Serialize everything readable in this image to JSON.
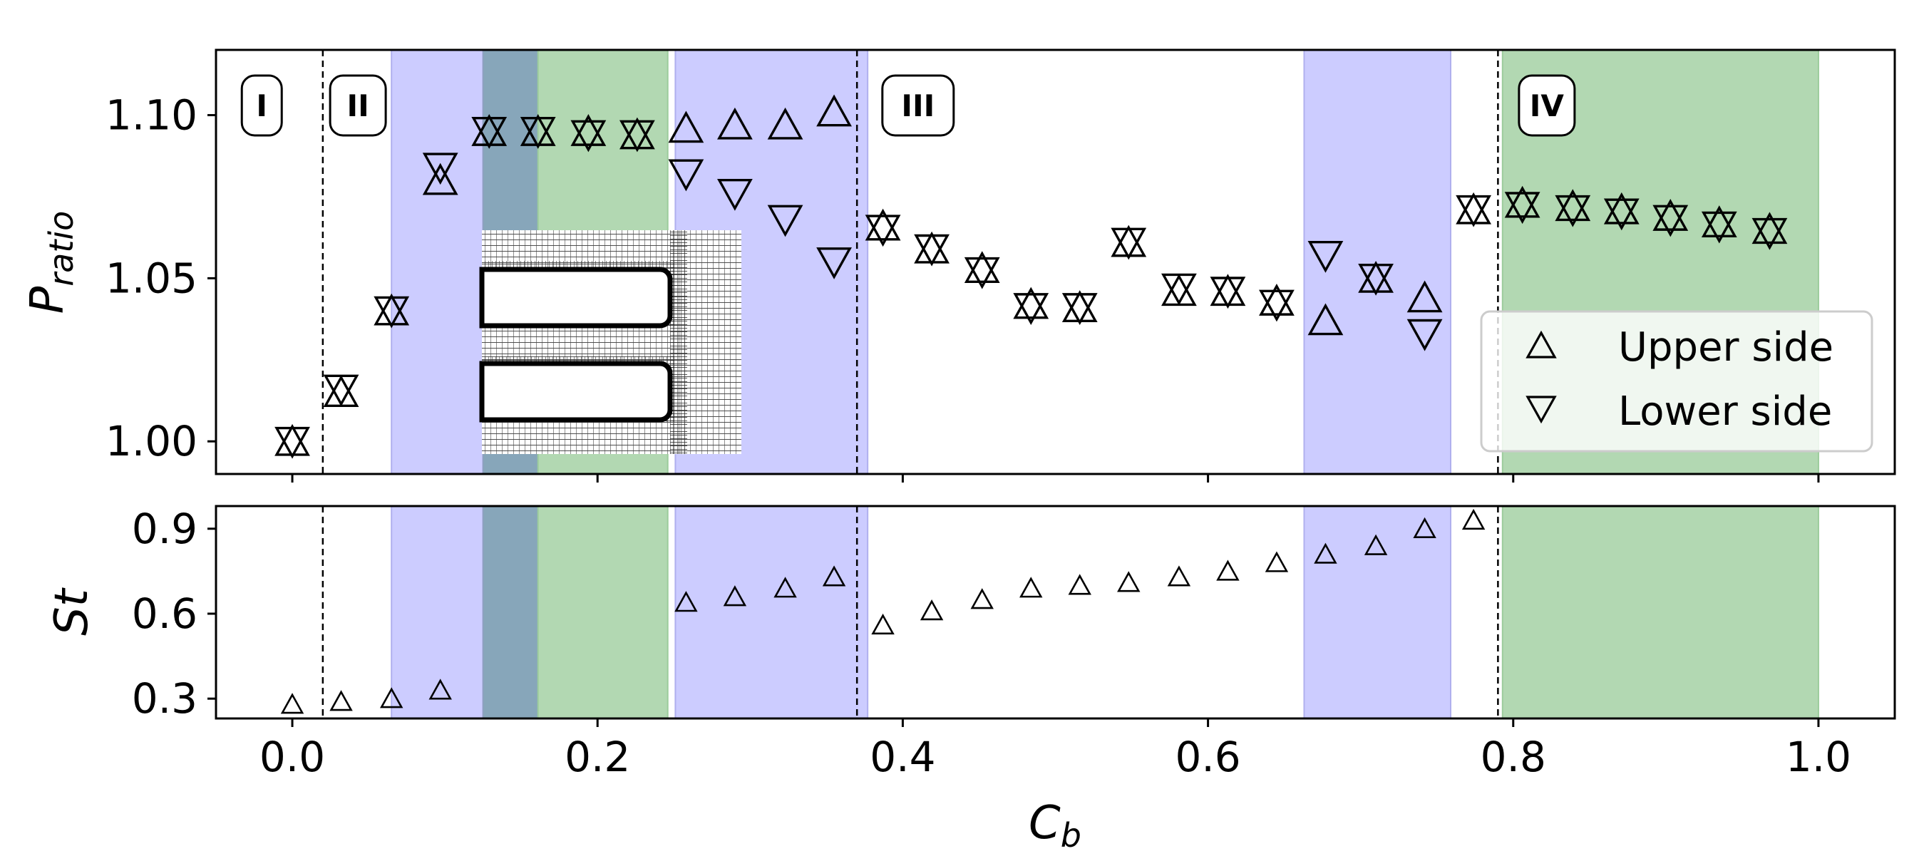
{
  "chart_data": [
    {
      "type": "scatter",
      "xlabel": "",
      "ylabel": "P",
      "ylabel_sub": "ratio",
      "xlim": [
        -0.05,
        1.05
      ],
      "ylim": [
        0.99,
        1.12
      ],
      "xticks": [
        0.0,
        0.2,
        0.4,
        0.6,
        0.8,
        1.0
      ],
      "yticks": [
        1.0,
        1.05,
        1.1
      ],
      "ytick_labels": [
        "1.00",
        "1.05",
        "1.10"
      ],
      "grid": false,
      "legend": {
        "placement": "lower-right"
      },
      "regime_labels": [
        {
          "text": "I",
          "x": -0.02
        },
        {
          "text": "II",
          "x": 0.043
        },
        {
          "text": "III",
          "x": 0.41
        },
        {
          "text": "IV",
          "x": 0.822
        }
      ],
      "regime_boundaries": [
        0.02,
        0.37,
        0.79
      ],
      "shaded_bands": [
        {
          "x0": 0.065,
          "x1": 0.125,
          "color": "#ccccff",
          "edge": "#b0b0ee"
        },
        {
          "x0": 0.125,
          "x1": 0.161,
          "color": "#87a6ba",
          "edge": "#8da0c0"
        },
        {
          "x0": 0.161,
          "x1": 0.246,
          "color": "#b2d8b2",
          "edge": "#9ccc9c"
        },
        {
          "x0": 0.251,
          "x1": 0.377,
          "color": "#ccccff",
          "edge": "#b0b0ee"
        },
        {
          "x0": 0.663,
          "x1": 0.759,
          "color": "#ccccff",
          "edge": "#b0b0ee"
        },
        {
          "x0": 0.793,
          "x1": 1.0,
          "color": "#b2d8b2",
          "edge": "#9ccc9c"
        }
      ],
      "series": [
        {
          "name": "Upper side",
          "marker": "triangle-up",
          "x": [
            0.0,
            0.032,
            0.065,
            0.097,
            0.129,
            0.161,
            0.194,
            0.226,
            0.258,
            0.29,
            0.323,
            0.355,
            0.387,
            0.419,
            0.452,
            0.484,
            0.516,
            0.548,
            0.581,
            0.613,
            0.645,
            0.677,
            0.71,
            0.742,
            0.774,
            0.806,
            0.839,
            0.871,
            0.903,
            0.935,
            0.968
          ],
          "values": [
            1.0,
            1.015,
            1.04,
            1.08,
            1.095,
            1.095,
            1.095,
            1.094,
            1.096,
            1.097,
            1.097,
            1.101,
            1.066,
            1.059,
            1.053,
            1.042,
            1.041,
            1.061,
            1.046,
            1.046,
            1.043,
            1.037,
            1.05,
            1.044,
            1.071,
            1.073,
            1.072,
            1.071,
            1.069,
            1.067,
            1.065
          ]
        },
        {
          "name": "Lower side",
          "marker": "triangle-down",
          "x": [
            0.0,
            0.032,
            0.065,
            0.097,
            0.129,
            0.161,
            0.194,
            0.226,
            0.258,
            0.29,
            0.323,
            0.355,
            0.387,
            0.419,
            0.452,
            0.484,
            0.516,
            0.548,
            0.581,
            0.613,
            0.645,
            0.677,
            0.71,
            0.742,
            0.774,
            0.806,
            0.839,
            0.871,
            0.903,
            0.935,
            0.968
          ],
          "values": [
            1.0,
            1.016,
            1.04,
            1.084,
            1.095,
            1.095,
            1.094,
            1.094,
            1.082,
            1.076,
            1.068,
            1.055,
            1.065,
            1.059,
            1.052,
            1.041,
            1.041,
            1.061,
            1.047,
            1.046,
            1.042,
            1.057,
            1.05,
            1.033,
            1.071,
            1.072,
            1.071,
            1.07,
            1.068,
            1.066,
            1.064
          ]
        }
      ]
    },
    {
      "type": "scatter",
      "xlabel": "C",
      "xlabel_sub": "b",
      "ylabel": "St",
      "xlim": [
        -0.05,
        1.05
      ],
      "ylim": [
        0.23,
        0.98
      ],
      "xticks": [
        0.0,
        0.2,
        0.4,
        0.6,
        0.8,
        1.0
      ],
      "xtick_labels": [
        "0.0",
        "0.2",
        "0.4",
        "0.6",
        "0.8",
        "1.0"
      ],
      "yticks": [
        0.3,
        0.6,
        0.9
      ],
      "ytick_labels": [
        "0.3",
        "0.6",
        "0.9"
      ],
      "grid": false,
      "regime_boundaries": [
        0.02,
        0.37,
        0.79
      ],
      "shaded_bands": [
        {
          "x0": 0.065,
          "x1": 0.125,
          "color": "#ccccff",
          "edge": "#b0b0ee"
        },
        {
          "x0": 0.125,
          "x1": 0.161,
          "color": "#87a6ba",
          "edge": "#8da0c0"
        },
        {
          "x0": 0.161,
          "x1": 0.246,
          "color": "#b2d8b2",
          "edge": "#9ccc9c"
        },
        {
          "x0": 0.251,
          "x1": 0.377,
          "color": "#ccccff",
          "edge": "#b0b0ee"
        },
        {
          "x0": 0.663,
          "x1": 0.759,
          "color": "#ccccff",
          "edge": "#b0b0ee"
        },
        {
          "x0": 0.793,
          "x1": 1.0,
          "color": "#b2d8b2",
          "edge": "#9ccc9c"
        }
      ],
      "series": [
        {
          "marker": "triangle-up",
          "x": [
            0.0,
            0.032,
            0.065,
            0.097,
            0.258,
            0.29,
            0.323,
            0.355,
            0.387,
            0.419,
            0.452,
            0.484,
            0.516,
            0.548,
            0.581,
            0.613,
            0.645,
            0.677,
            0.71,
            0.742,
            0.774
          ],
          "values": [
            0.28,
            0.29,
            0.3,
            0.33,
            0.64,
            0.66,
            0.69,
            0.73,
            0.56,
            0.61,
            0.65,
            0.69,
            0.7,
            0.71,
            0.73,
            0.75,
            0.78,
            0.81,
            0.84,
            0.9,
            0.93
          ]
        }
      ]
    }
  ],
  "inset": {
    "name": "mesh-inset-image"
  }
}
